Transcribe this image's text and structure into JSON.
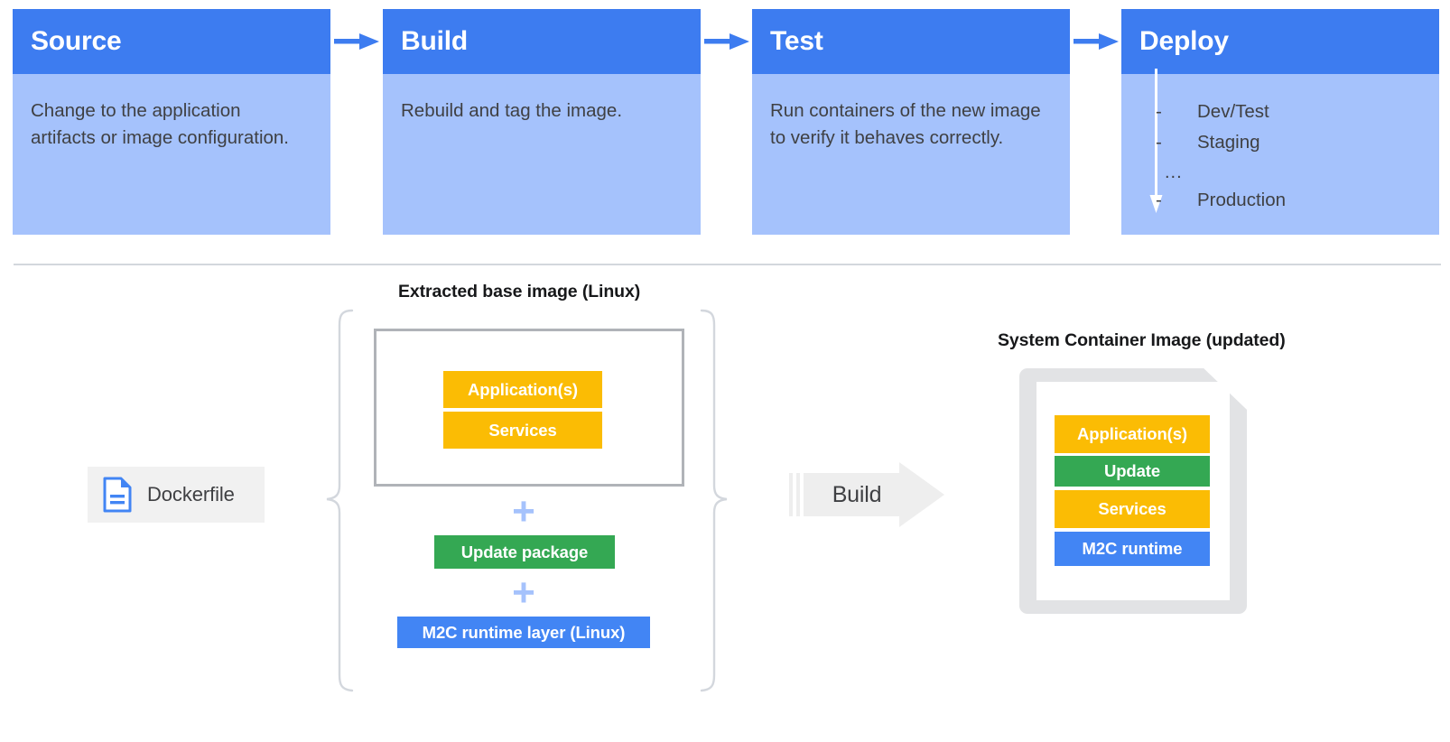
{
  "pipeline": {
    "stages": [
      {
        "title": "Source",
        "description": "Change to the application artifacts or image configuration."
      },
      {
        "title": "Build",
        "description": "Rebuild and tag the image."
      },
      {
        "title": "Test",
        "description": "Run containers of the new image to verify it behaves correctly."
      },
      {
        "title": "Deploy",
        "description": ""
      }
    ],
    "deploy_environments": [
      {
        "bullet": "-",
        "label": "Dev/Test"
      },
      {
        "bullet": "-",
        "label": "Staging"
      },
      {
        "bullet": "...",
        "label": ""
      },
      {
        "bullet": "-",
        "label": "Production"
      }
    ],
    "arrow_icon": "arrow-right-icon",
    "deploy_flow_icon": "arrow-down-icon",
    "colors": {
      "header": "#3d7cf0",
      "body": "#a5c2fc",
      "text": "#3f4043",
      "title_text": "#ffffff"
    }
  },
  "diagram": {
    "base_image": {
      "label": "Extracted base image (Linux)",
      "layers": [
        {
          "name": "Application(s)",
          "color": "#fbbc04"
        },
        {
          "name": "Services",
          "color": "#fbbc04"
        }
      ],
      "additions": [
        {
          "name": "Update package",
          "color": "#34a853"
        },
        {
          "name": "M2C runtime layer (Linux)",
          "color": "#4285f4"
        }
      ],
      "plus_symbol": "+"
    },
    "dockerfile": {
      "label": "Dockerfile",
      "icon": "document-icon",
      "chip_color": "#f1f1f1",
      "icon_color": "#4285f4"
    },
    "build_action": {
      "label": "Build",
      "icon": "arrow-right-block-icon",
      "color": "#eeeeee"
    },
    "system_image": {
      "label": "System Container Image (updated)",
      "layers": [
        {
          "name": "Application(s)",
          "color": "#fbbc04"
        },
        {
          "name": "Update",
          "color": "#34a853"
        },
        {
          "name": "Services",
          "color": "#fbbc04"
        },
        {
          "name": "M2C runtime",
          "color": "#4285f4"
        }
      ]
    },
    "brace_icon": "curly-brace-icon",
    "divider_color": "#d3d7dd"
  }
}
